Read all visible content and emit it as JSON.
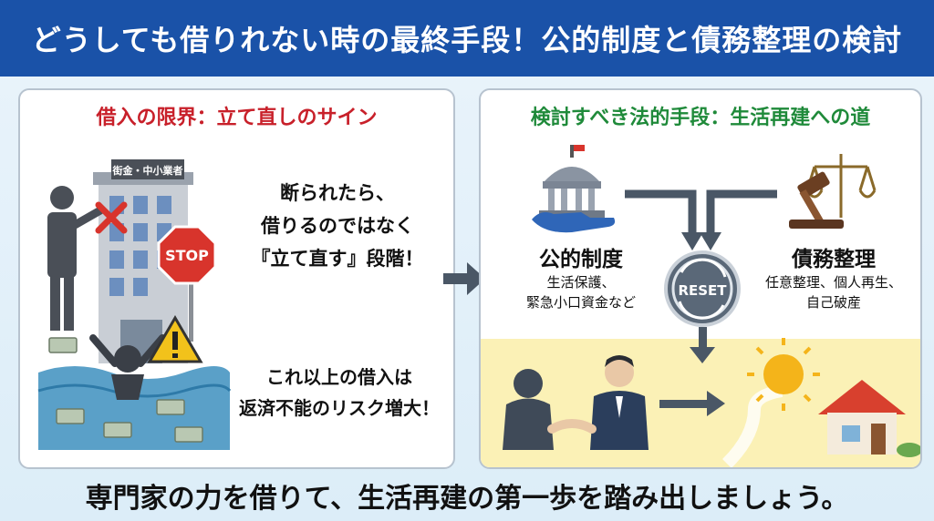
{
  "header": {
    "title": "どうしても借りれない時の最終手段！公的制度と債務整理の検討"
  },
  "left_panel": {
    "title": "借入の限界：立て直しのサイン",
    "building_sign": "街金・中小業者",
    "stop_sign": "STOP",
    "lines1": [
      "断られたら、",
      "借りるのではなく",
      "『立て直す』段階！"
    ],
    "lines2": [
      "これ以上の借入は",
      "返済不能のリスク増大！"
    ]
  },
  "right_panel": {
    "title": "検討すべき法的手段：生活再建への道",
    "public": {
      "title": "公的制度",
      "lines": [
        "生活保護、",
        "緊急小口資金など"
      ]
    },
    "debt": {
      "title": "債務整理",
      "lines": [
        "任意整理、個人再生、",
        "自己破産"
      ]
    },
    "reset_label": "RESET"
  },
  "footer": {
    "text": "専門家の力を借りて、生活再建の第一歩を踏み出しましょう。"
  },
  "colors": {
    "header_bg": "#1a52a8",
    "left_title": "#c8202a",
    "right_title": "#1f8a3a",
    "accent_yellow": "#fbf1b6"
  }
}
